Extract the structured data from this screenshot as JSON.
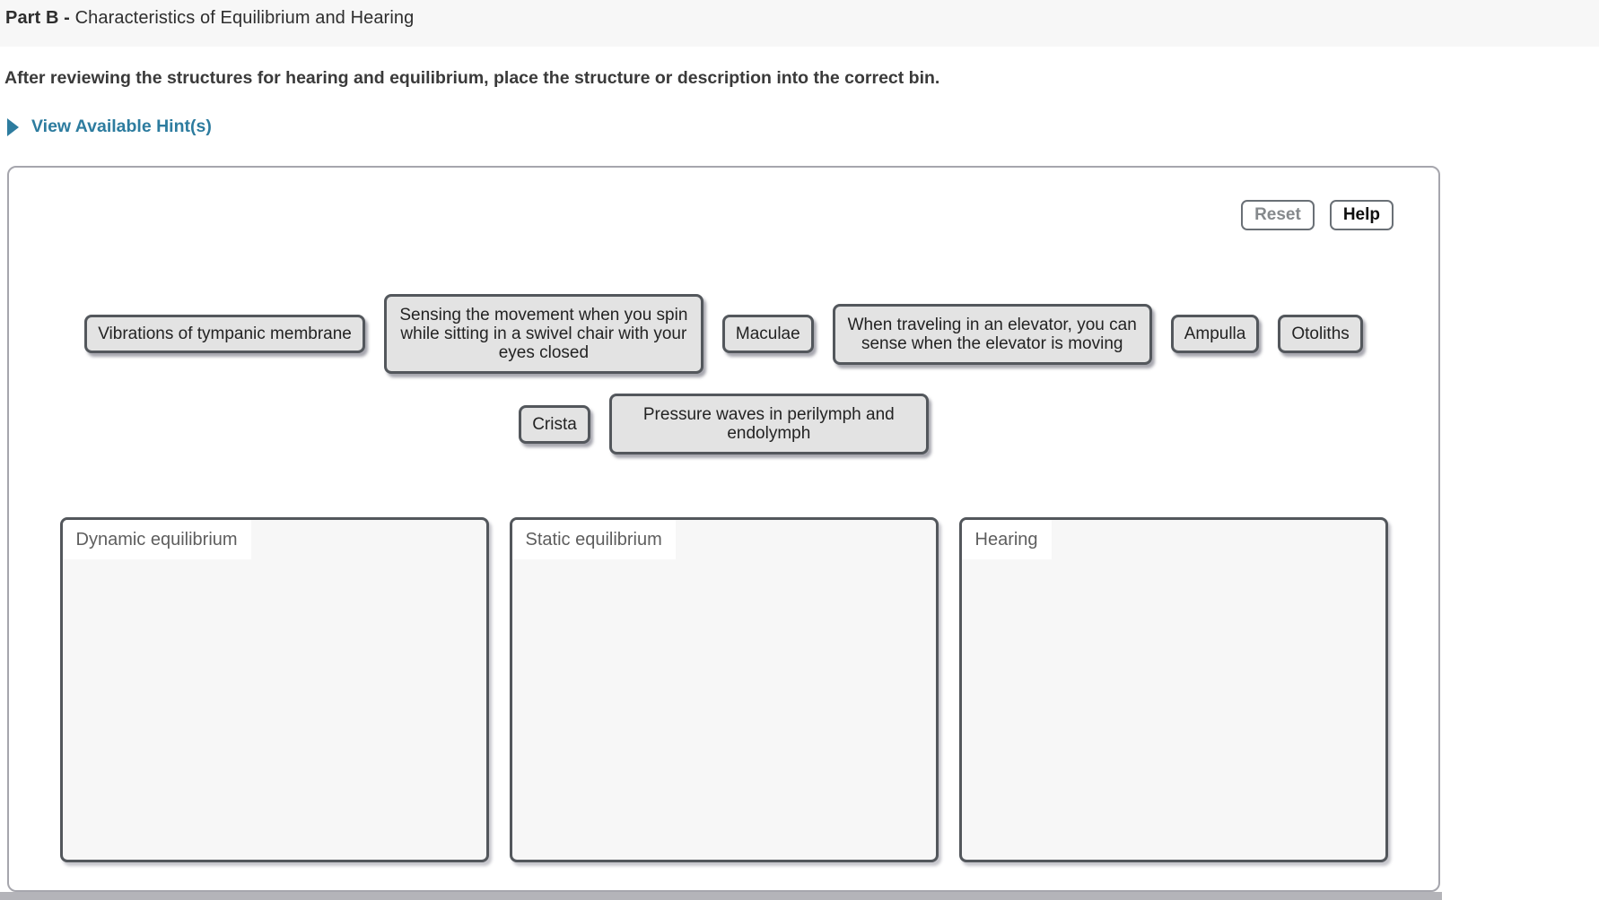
{
  "header": {
    "part_label": "Part B -",
    "part_title": "Characteristics of Equilibrium and Hearing"
  },
  "instruction": "After reviewing the structures for hearing and equilibrium, place the structure or description into the correct bin.",
  "hints": {
    "label": "View Available Hint(s)"
  },
  "activity": {
    "reset_label": "Reset",
    "help_label": "Help",
    "chips_row1": [
      {
        "label": "Vibrations of tympanic membrane"
      },
      {
        "label": "Sensing the movement when you spin while sitting in a swivel chair with your eyes closed"
      },
      {
        "label": "Maculae"
      },
      {
        "label": "When traveling in an elevator, you can sense when the elevator is moving"
      },
      {
        "label": "Ampulla"
      },
      {
        "label": "Otoliths"
      }
    ],
    "chips_row2": [
      {
        "label": "Crista"
      },
      {
        "label": "Pressure waves in perilymph and endolymph"
      }
    ],
    "bins": [
      {
        "label": "Dynamic equilibrium"
      },
      {
        "label": "Static equilibrium"
      },
      {
        "label": "Hearing"
      }
    ]
  },
  "colors": {
    "hint_link": "#2d7c9f",
    "part_band_background": "#f7f7f7",
    "chip_background": "#e3e3e3",
    "chip_border": "#53575c",
    "bin_background": "#f7f7f7",
    "panel_border": "#a6a6ad"
  }
}
